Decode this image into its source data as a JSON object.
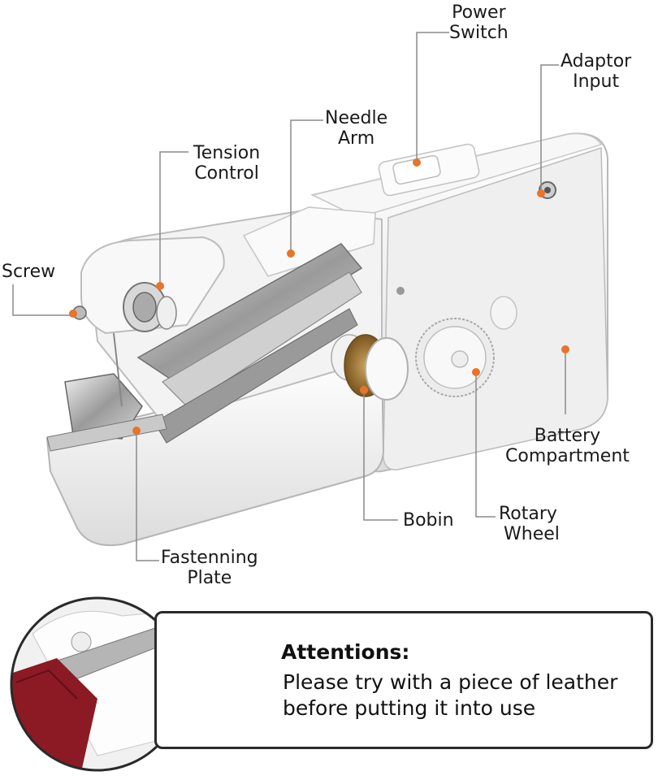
{
  "labels": {
    "power_switch": [
      "Power",
      "Switch"
    ],
    "adaptor_input": [
      "Adaptor",
      "Input"
    ],
    "needle_arm": [
      "Needle",
      "Arm"
    ],
    "tension_control": [
      "Tension",
      "Control"
    ],
    "screw": [
      "Screw"
    ],
    "battery_compartment": [
      "Battery",
      "Compartment"
    ],
    "bobin": [
      "Bobin"
    ],
    "rotary_wheel": [
      "Rotary",
      "Wheel"
    ],
    "fastenning_plate": [
      "Fastenning",
      "Plate"
    ]
  },
  "attention": {
    "title": "Attentions:",
    "line1": "Please try with a piece of leather",
    "line2": "before putting it into use"
  },
  "colors": {
    "callout_dot": "#e8742a",
    "leader_line": "#8a8a8a",
    "warning_fill": "#f5c94a",
    "fabric": "#8b1a24"
  },
  "icons": [
    "warning-icon"
  ]
}
